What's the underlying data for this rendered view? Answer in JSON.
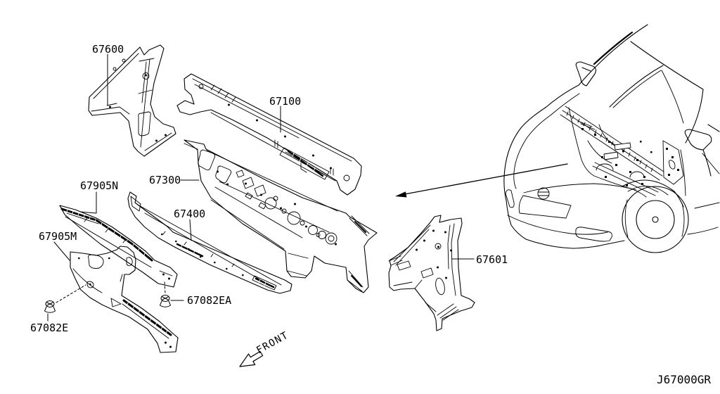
{
  "diagram": {
    "code": "J67000GR",
    "front_indicator": "FRONT",
    "colors": {
      "background": "#ffffff",
      "line": "#000000"
    },
    "part_labels": [
      {
        "part_number": "67600"
      },
      {
        "part_number": "67100"
      },
      {
        "part_number": "67300"
      },
      {
        "part_number": "67905N"
      },
      {
        "part_number": "67400"
      },
      {
        "part_number": "67905M"
      },
      {
        "part_number": "67082E"
      },
      {
        "part_number": "67082EA"
      },
      {
        "part_number": "67601"
      }
    ]
  }
}
